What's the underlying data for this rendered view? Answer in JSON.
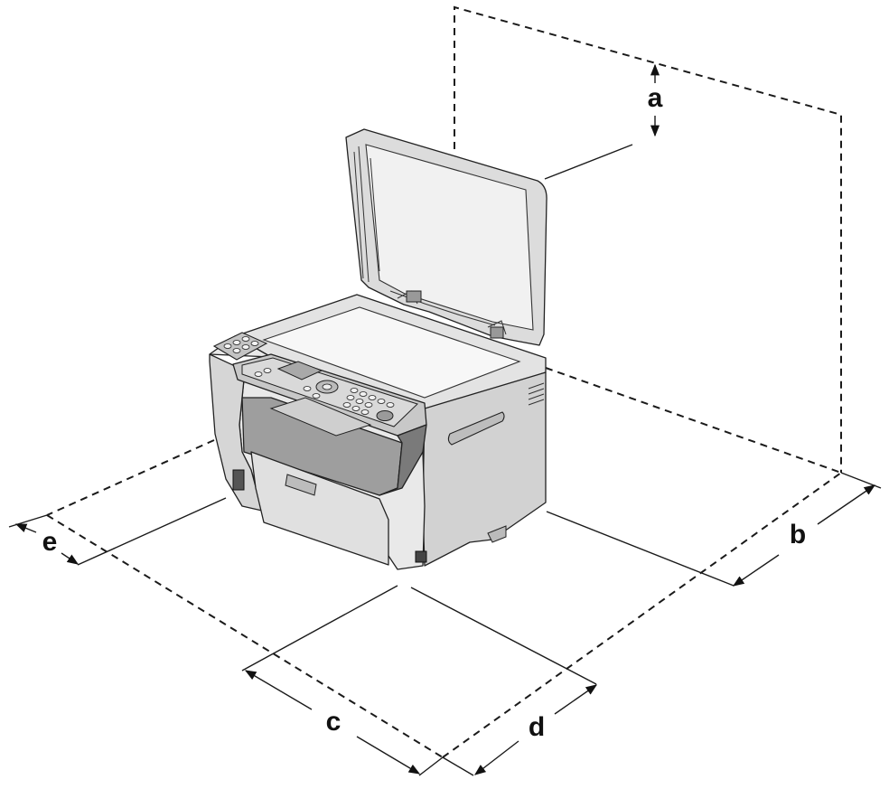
{
  "dimensions": [
    {
      "id": "a",
      "label": "a"
    },
    {
      "id": "b",
      "label": "b"
    },
    {
      "id": "c",
      "label": "c"
    },
    {
      "id": "d",
      "label": "d"
    },
    {
      "id": "e",
      "label": "e"
    }
  ],
  "colors": {
    "line": "#1a1a1a",
    "body_light": "#e6e6e6",
    "body_mid": "#c9c9c9",
    "body_dark": "#8a8a8a",
    "glass": "#f4f4f4"
  },
  "icons": [
    "printer-illustration",
    "arrow-icon"
  ]
}
